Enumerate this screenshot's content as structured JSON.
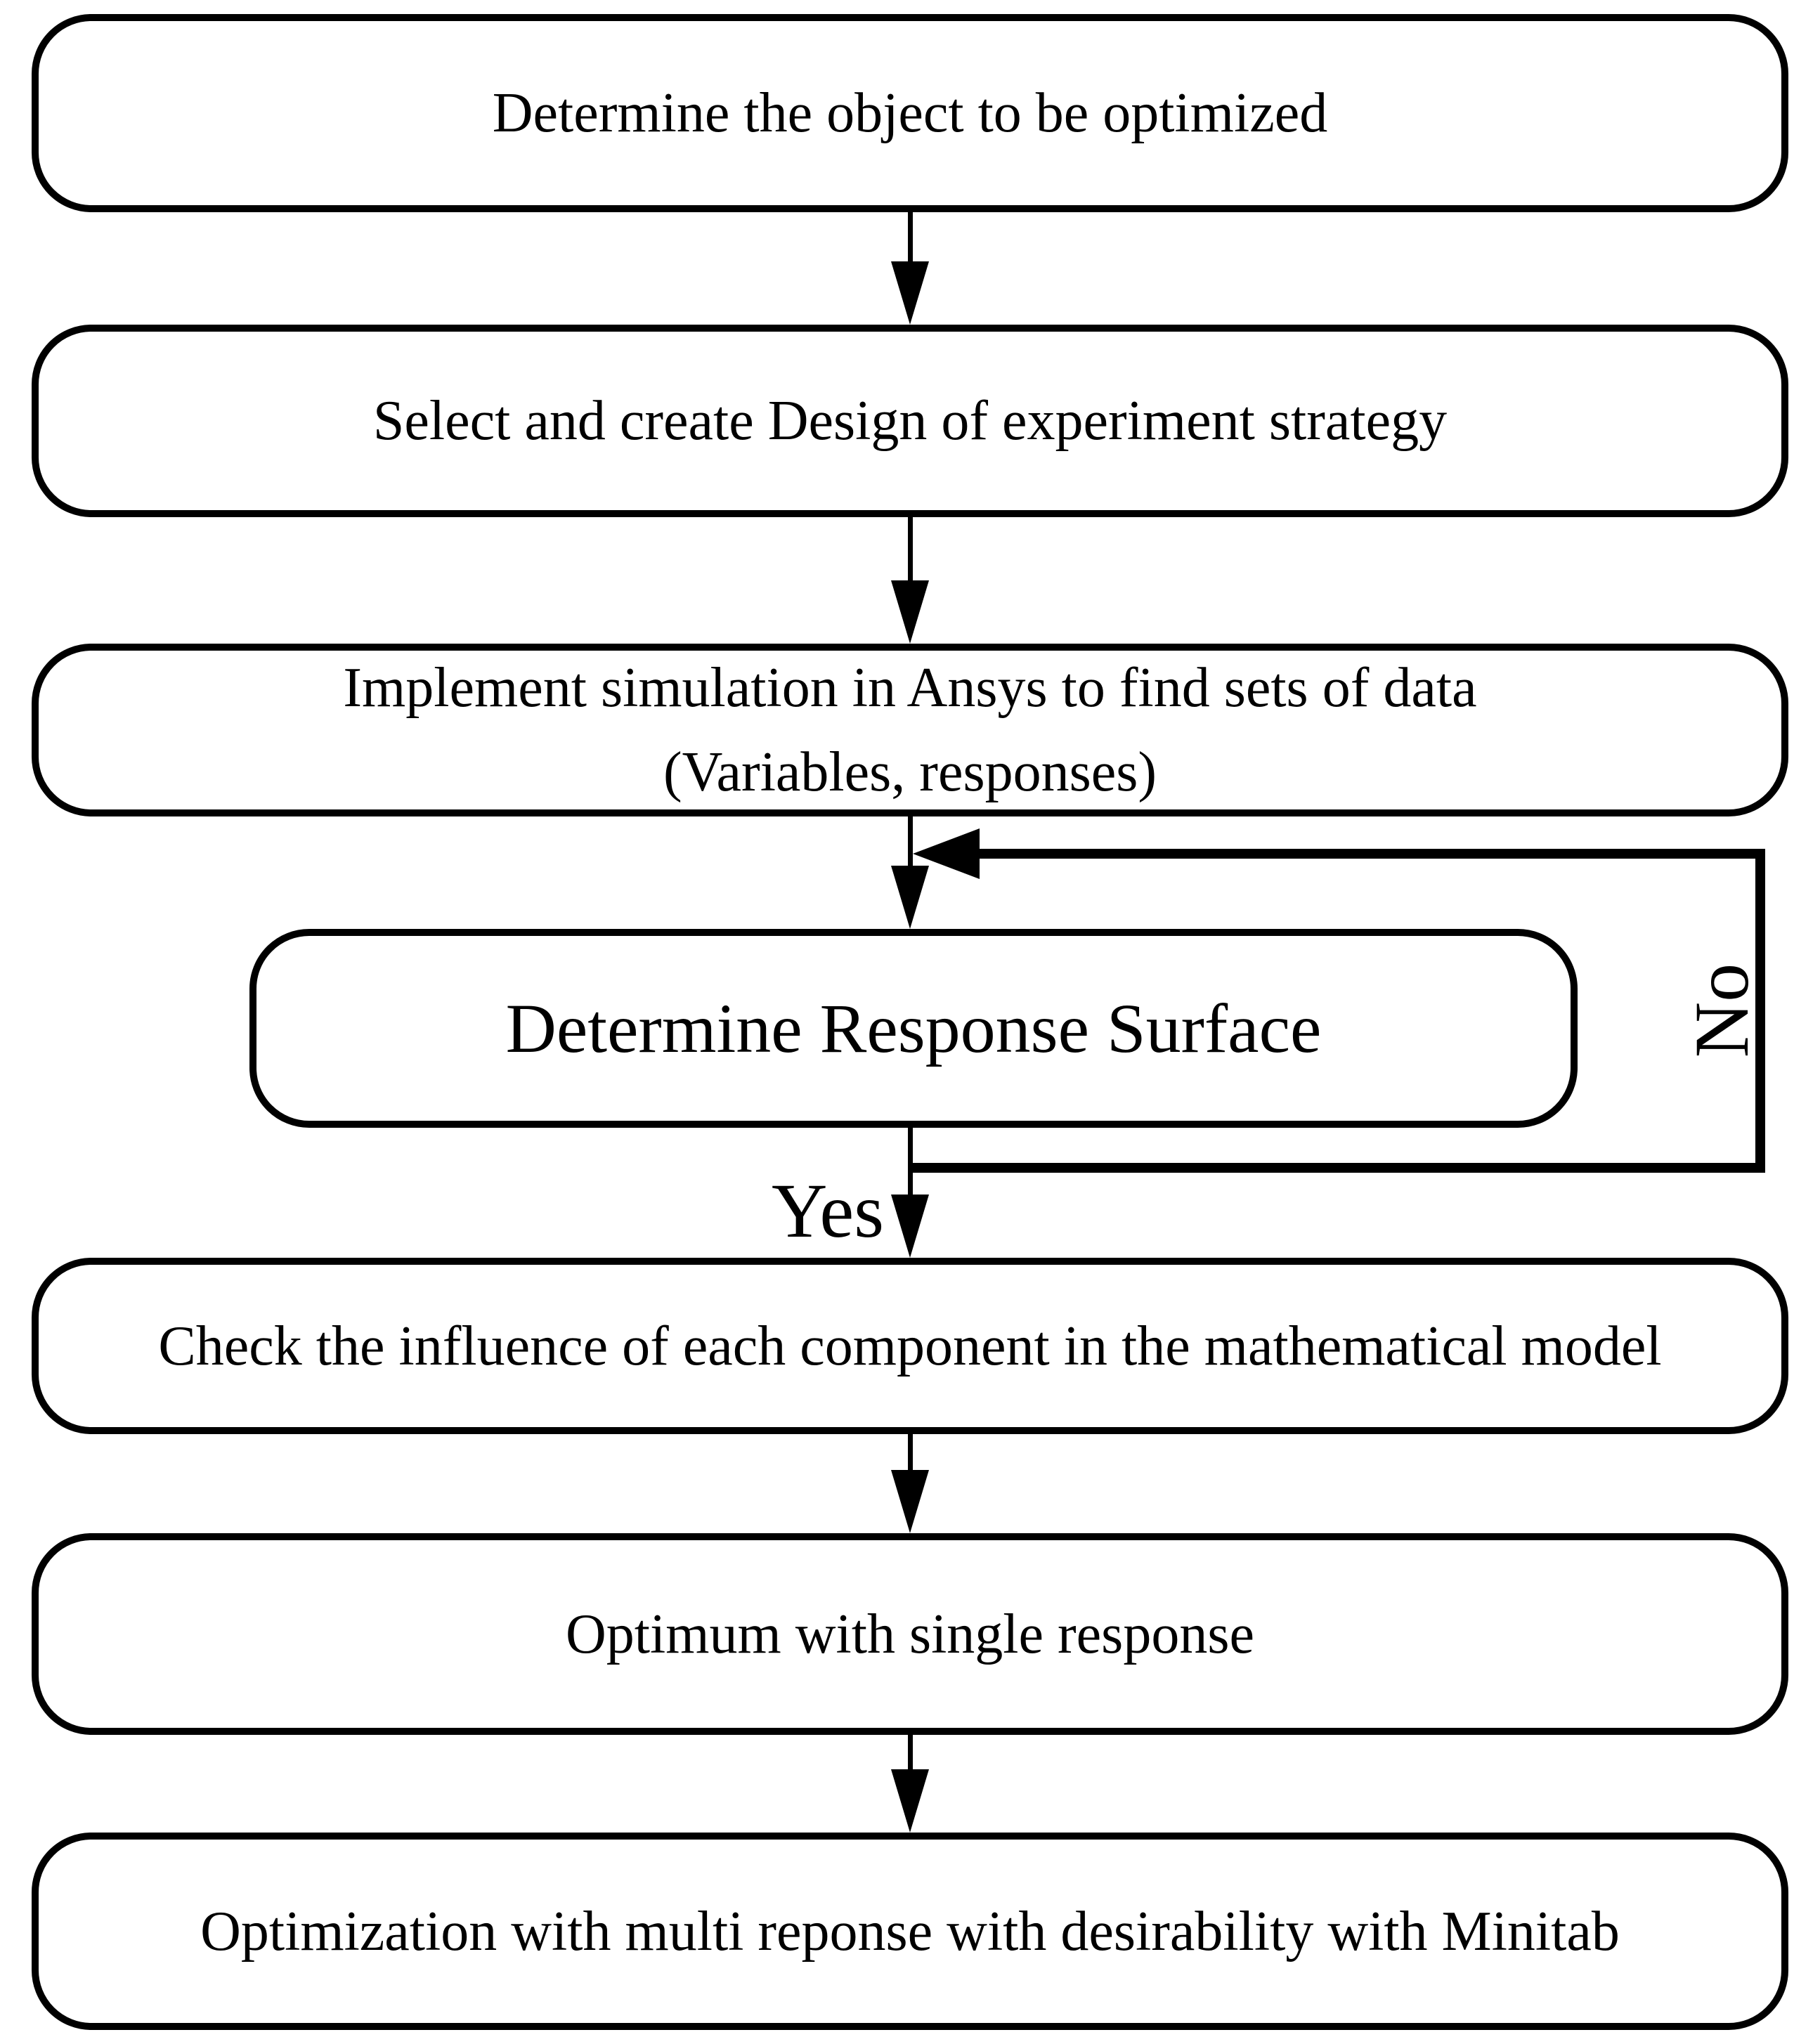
{
  "page": {
    "background_color": "#ffffff",
    "stroke_color": "#000000"
  },
  "flowchart": {
    "nodes": [
      {
        "id": "determine-object",
        "label": "Determine the object to be optimized"
      },
      {
        "id": "select-doe",
        "label": "Select and create Design of experiment strategy"
      },
      {
        "id": "implement-simulation",
        "label": "Implement simulation in Ansys to find sets of data",
        "label2": "(Variables, responses)"
      },
      {
        "id": "response-surface",
        "label": "Determine Response Surface"
      },
      {
        "id": "check-influence",
        "label": "Check the influence of each component in the mathematical model"
      },
      {
        "id": "optimum-single",
        "label": "Optimum with single response"
      },
      {
        "id": "optimization-multi",
        "label": "Optimization with multi reponse with desirability with Minitab"
      }
    ],
    "edges": [
      {
        "from": "determine-object",
        "to": "select-doe"
      },
      {
        "from": "select-doe",
        "to": "implement-simulation"
      },
      {
        "from": "implement-simulation",
        "to": "response-surface"
      },
      {
        "from": "response-surface",
        "to": "check-influence",
        "label": "Yes"
      },
      {
        "from": "response-surface",
        "to": "implement-simulation",
        "label": "No",
        "type": "feedback-loop"
      },
      {
        "from": "check-influence",
        "to": "optimum-single"
      },
      {
        "from": "optimum-single",
        "to": "optimization-multi"
      }
    ],
    "labels": {
      "yes": "Yes",
      "no": "No"
    }
  }
}
